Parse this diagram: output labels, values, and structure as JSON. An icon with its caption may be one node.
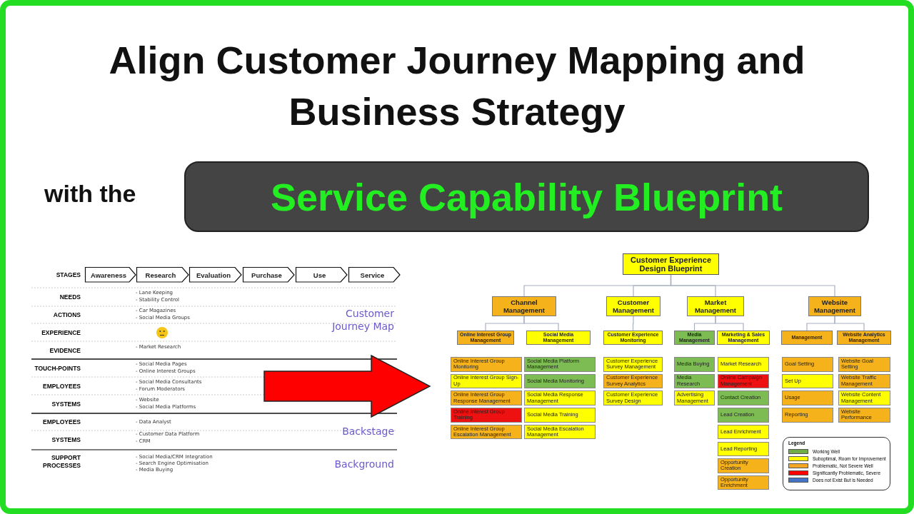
{
  "diagram": {
    "title": "Align Customer Journey Mapping and Business Strategy",
    "nodes": [
      {
        "text": [
          "Service Capability Blueprint"
        ]
      },
      {
        "text": [
          "Awareness"
        ]
      },
      {
        "text": [
          "Research"
        ]
      },
      {
        "text": [
          "Evaluation"
        ]
      },
      {
        "text": [
          "Purchase"
        ]
      },
      {
        "text": [
          "Use"
        ]
      },
      {
        "text": [
          "Service"
        ]
      },
      {
        "text": [
          "Customer Experience Design Blueprint"
        ]
      },
      {
        "text": [
          "Channel Management"
        ]
      },
      {
        "text": [
          "Customer Management"
        ]
      },
      {
        "text": [
          "Market Management"
        ]
      },
      {
        "text": [
          "Website Management"
        ]
      },
      {
        "text": [
          "Online Interest Group Management"
        ]
      },
      {
        "text": [
          "Social Media Management"
        ]
      },
      {
        "text": [
          "Customer Experience Monitoring"
        ]
      },
      {
        "text": [
          "Media Management"
        ]
      },
      {
        "text": [
          "Marketing & Sales Management"
        ]
      },
      {
        "text": [
          "Management"
        ]
      },
      {
        "text": [
          "Website Analytics Management"
        ]
      },
      {
        "text": [
          "Online Interest Group Monitoring"
        ]
      },
      {
        "text": [
          "Online Interest Group Sign-Up"
        ]
      },
      {
        "text": [
          "Online Interest Group Response Management"
        ]
      },
      {
        "text": [
          "Online Interest Group Training"
        ]
      },
      {
        "text": [
          "Online Interest Group Escalation Management"
        ]
      },
      {
        "text": [
          "Social Media Platform Management"
        ]
      },
      {
        "text": [
          "Social Media Monitoring"
        ]
      },
      {
        "text": [
          "Social Media Response Management"
        ]
      },
      {
        "text": [
          "Social Media Training"
        ]
      },
      {
        "text": [
          "Social Media Escalation Management"
        ]
      },
      {
        "text": [
          "Customer Experience Survey Management"
        ]
      },
      {
        "text": [
          "Customer Experience Survey Analytics"
        ]
      },
      {
        "text": [
          "Customer Experience Survey Design"
        ]
      },
      {
        "text": [
          "Media Buying"
        ]
      },
      {
        "text": [
          "Media Research"
        ]
      },
      {
        "text": [
          "Advertising Management"
        ]
      },
      {
        "text": [
          "Market Research"
        ]
      },
      {
        "text": [
          "Online Campaign Management"
        ]
      },
      {
        "text": [
          "Contact Creation"
        ]
      },
      {
        "text": [
          "Lead Creation"
        ]
      },
      {
        "text": [
          "Lead Enrichment"
        ]
      },
      {
        "text": [
          "Lead Reporting"
        ]
      },
      {
        "text": [
          "Opportunity Creation"
        ]
      },
      {
        "text": [
          "Opportunity Enrichment"
        ]
      },
      {
        "text": [
          "Goal Setting"
        ]
      },
      {
        "text": [
          "Set Up"
        ]
      },
      {
        "text": [
          "Usage"
        ]
      },
      {
        "text": [
          "Reporting"
        ]
      },
      {
        "text": [
          "Website Goal Setting"
        ]
      },
      {
        "text": [
          "Website Traffic Management"
        ]
      },
      {
        "text": [
          "Website Content Management"
        ]
      },
      {
        "text": [
          "Website Performance"
        ]
      }
    ],
    "edges": [
      {
        "from": 7,
        "to": 8,
        "arrow": "none"
      },
      {
        "from": 7,
        "to": 9,
        "arrow": "none"
      },
      {
        "from": 7,
        "to": 10,
        "arrow": "none"
      },
      {
        "from": 7,
        "to": 11,
        "arrow": "none"
      },
      {
        "from": 8,
        "to": 12,
        "arrow": "none"
      },
      {
        "from": 8,
        "to": 13,
        "arrow": "none"
      },
      {
        "from": 9,
        "to": 14,
        "arrow": "none"
      },
      {
        "from": 10,
        "to": 15,
        "arrow": "none"
      },
      {
        "from": 10,
        "to": 16,
        "arrow": "none"
      },
      {
        "from": 11,
        "to": 17,
        "arrow": "none"
      },
      {
        "from": 11,
        "to": 18,
        "arrow": "none"
      }
    ],
    "labels": [
      "with the",
      "STAGES",
      "NEEDS",
      "- Lane Keeping",
      "- Stability Control",
      "ACTIONS",
      "- Car Magazines",
      "- Social Media Groups",
      "Customer Journey Map",
      "EXPERIENCE",
      "EVIDENCE",
      "- Market Research",
      "TOUCH-POINTS",
      "- Social Media Pages",
      "- Online Interest Groups",
      "EMPLOYEES",
      "- Social Media Consultants",
      "- Forum Moderators",
      "SYSTEMS",
      "- Website",
      "- Social Media Platforms",
      "EMPLOYEES",
      "- Data Analyst",
      "Backstage",
      "SYSTEMS",
      "- Customer Data Platform",
      "- CRM",
      "SUPPORT PROCESSES",
      "- Social Media/CRM Integration",
      "- Search Engine Optimisation",
      "- Media Buying",
      "Background",
      "Legend"
    ],
    "legend": [
      {
        "text": "Working Well",
        "color": "#70ad47"
      },
      {
        "text": "Suboptimal, Room for Improvement",
        "color": "#ffff00"
      },
      {
        "text": "Problematic, Not Severe Well",
        "color": "#f5a623"
      },
      {
        "text": "Significantly Problematic, Severe",
        "color": "#ff0000"
      },
      {
        "text": "Does not Exist But is Needed",
        "color": "#4472c4"
      }
    ]
  }
}
